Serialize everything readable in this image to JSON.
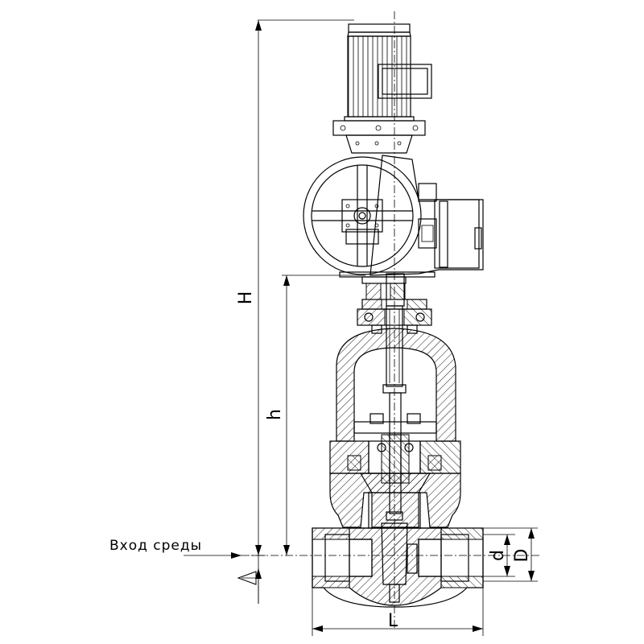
{
  "labels": {
    "inlet": "Вход среды",
    "dim_H": "H",
    "dim_h": "h",
    "dim_L": "L",
    "dim_d": "d",
    "dim_D": "D"
  }
}
